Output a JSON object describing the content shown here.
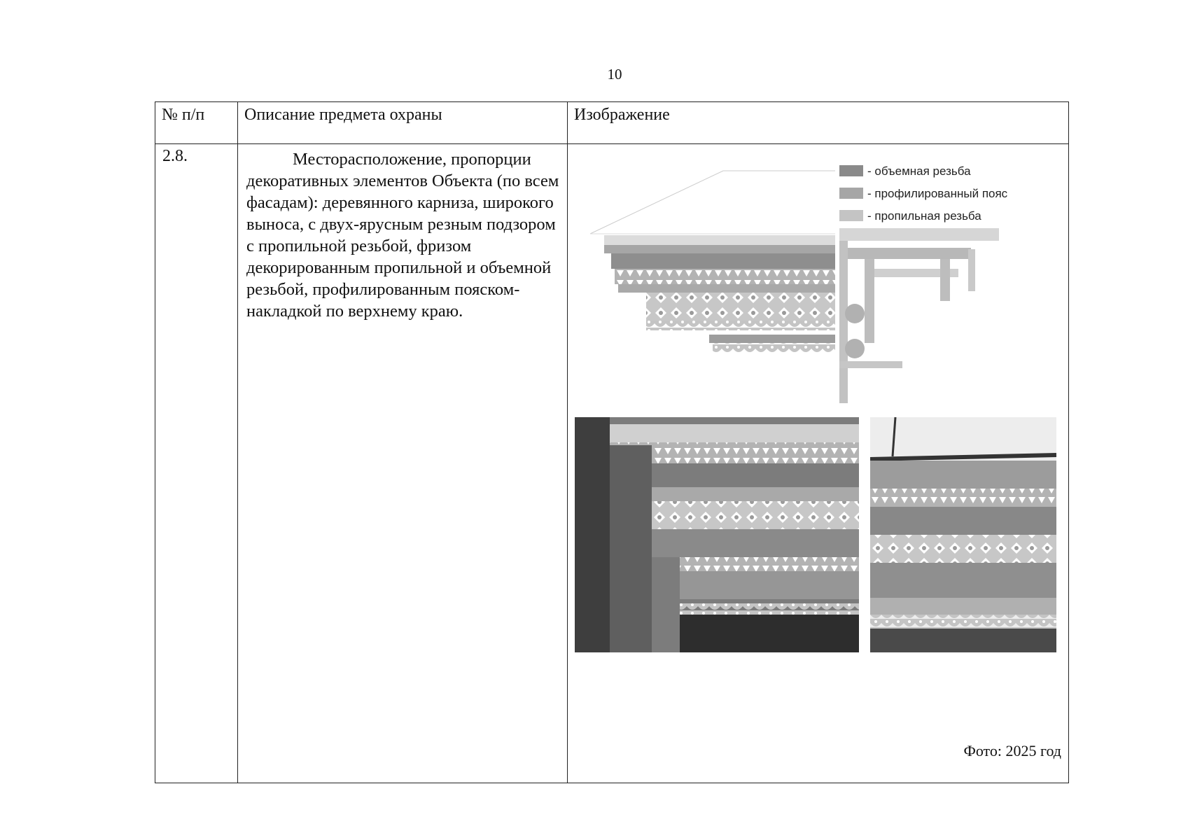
{
  "page_number": "10",
  "table": {
    "headers": {
      "number": "№ п/п",
      "description": "Описание предмета охраны",
      "image": "Изображение"
    },
    "rows": [
      {
        "number": "2.8.",
        "description": "Месторасположение, пропорции декоративных элементов Объекта (по всем фасадам): деревянного карниза, широкого выноса, с двух-ярусным резным подзором с пропильной резьбой, фризом декорированным пропильной и объемной резьбой, профилированным пояском-накладкой по верхнему краю.",
        "legend": [
          {
            "label": "- объемная резьба",
            "color": "#8a8a8a"
          },
          {
            "label": "- профилированный пояс",
            "color": "#a6a6a6"
          },
          {
            "label": "- пропильная резьба",
            "color": "#c4c4c4"
          }
        ],
        "caption": "Фото: 2025 год"
      }
    ]
  }
}
